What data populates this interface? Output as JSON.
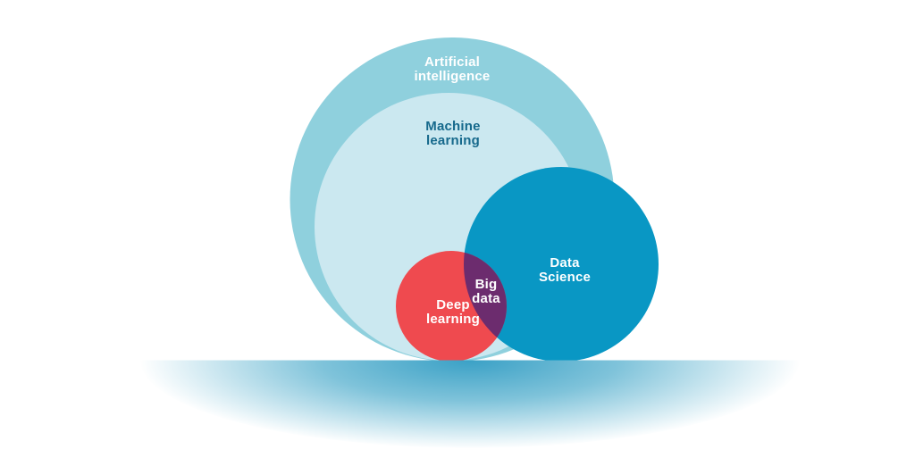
{
  "diagram": {
    "title": "Euler diagram of Artificial intelligence, Machine learning, Deep learning, Data Science and Big data",
    "background_color": "#FFFFFF",
    "sets": [
      {
        "id": "artificial-intelligence",
        "label_line1": "Artificial",
        "label_line2": "intelligence",
        "color": "#8FD0DD",
        "text_color": "#FFFFFF",
        "contains": [
          "machine-learning",
          "deep-learning"
        ]
      },
      {
        "id": "machine-learning",
        "label_line1": "Machine",
        "label_line2": "learning",
        "color": "#CBE8F0",
        "text_color": "#16698C",
        "contains": [
          "deep-learning"
        ]
      },
      {
        "id": "data-science",
        "label_line1": "Data",
        "label_line2": "Science",
        "color": "#0997C4",
        "text_color": "#FFFFFF",
        "overlaps": [
          "deep-learning",
          "artificial-intelligence"
        ]
      },
      {
        "id": "deep-learning",
        "label_line1": "Deep",
        "label_line2": "learning",
        "color": "#EF4A4F",
        "text_color": "#FFFFFF"
      },
      {
        "id": "big-data",
        "label_line1": "Big",
        "label_line2": "data",
        "color": "#6C2C6E",
        "text_color": "#FFFFFF",
        "is_intersection_of": [
          "deep-learning",
          "data-science"
        ]
      }
    ],
    "reflection": {
      "color_center": "#3BA1C6",
      "color_mid": "#7FC3DA",
      "color_edge": "#FFFFFF"
    }
  }
}
